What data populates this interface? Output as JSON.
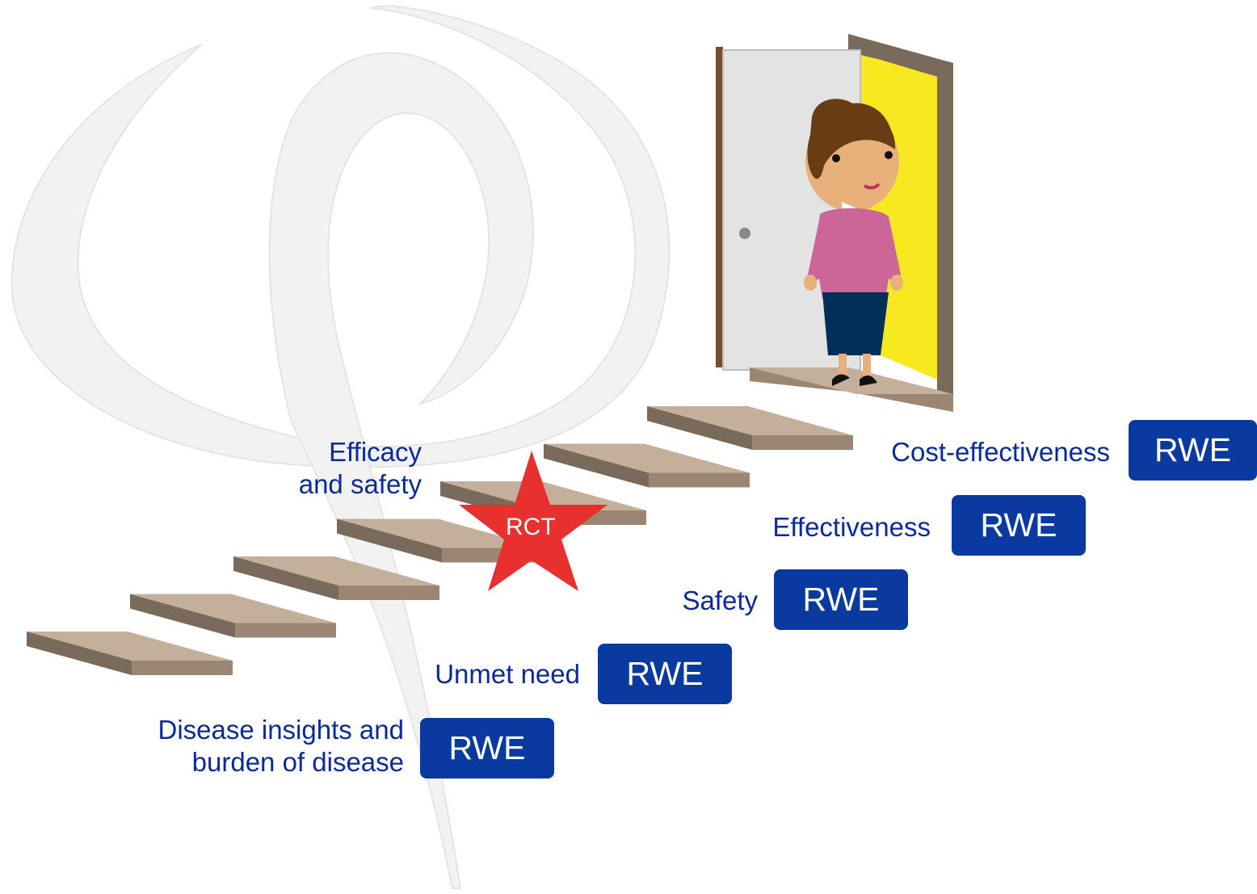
{
  "steps": [
    {
      "label_lines": [
        "Disease insights and",
        "burden of disease"
      ],
      "badge": "RWE"
    },
    {
      "label_lines": [
        "Unmet need"
      ],
      "badge": "RWE"
    },
    {
      "label_lines": [
        "Safety"
      ],
      "badge": "RWE"
    },
    {
      "label_lines": [
        "Effectiveness"
      ],
      "badge": "RWE"
    },
    {
      "label_lines": [
        "Cost-effectiveness"
      ],
      "badge": "RWE"
    }
  ],
  "rct": {
    "label_lines": [
      "Efficacy",
      "and safety"
    ],
    "star_text": "RCT"
  },
  "colors": {
    "text": "#0a2a9c",
    "badge": "#0a3aa0",
    "star": "#e8302e",
    "stair_top": "#c4b09a",
    "stair_side": "#9a8672",
    "stair_edge": "#7a6a5b"
  }
}
